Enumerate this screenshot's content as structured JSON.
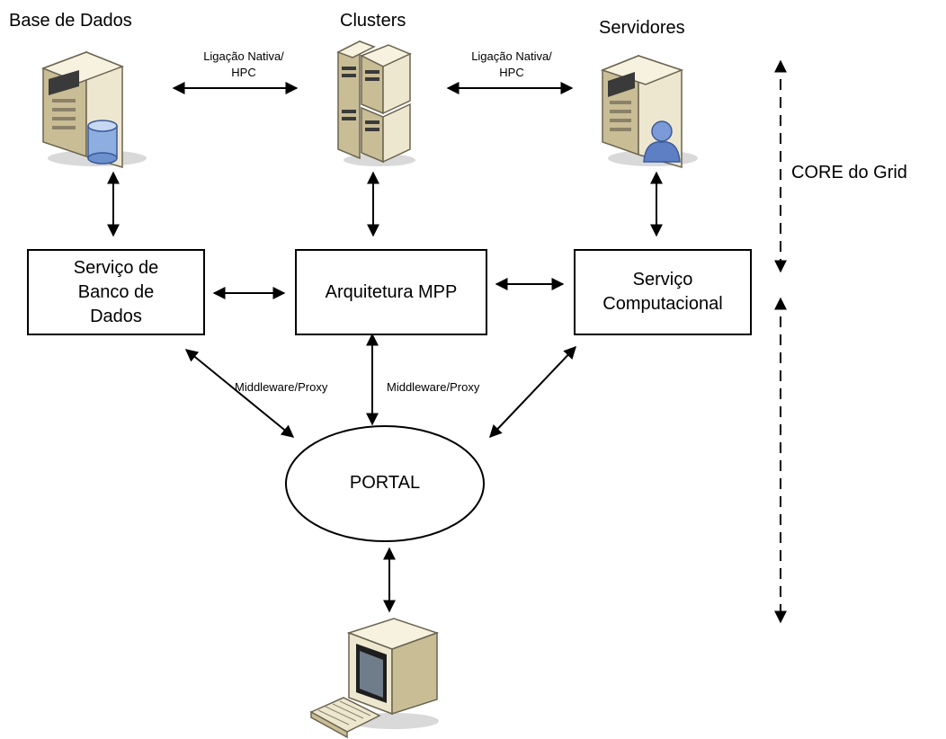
{
  "nodes": {
    "database": {
      "title": "Base de Dados"
    },
    "clusters": {
      "title": "Clusters"
    },
    "servers": {
      "title": "Servidores"
    }
  },
  "links": {
    "native_left": "Ligação Nativa/\nHPC",
    "native_right": "Ligação Nativa/\nHPC",
    "middleware_left": "Middleware/Proxy",
    "middleware_center": "Middleware/Proxy"
  },
  "boxes": {
    "db_service": "Serviço de\nBanco de\nDados",
    "mpp": "Arquitetura MPP",
    "compute_service": "Serviço\nComputacional"
  },
  "portal": "PORTAL",
  "core_label": "CORE do Grid",
  "icons": {
    "database_server": "database-server-icon",
    "cluster": "cluster-servers-icon",
    "user_server": "user-server-icon",
    "workstation": "workstation-computer-icon"
  }
}
